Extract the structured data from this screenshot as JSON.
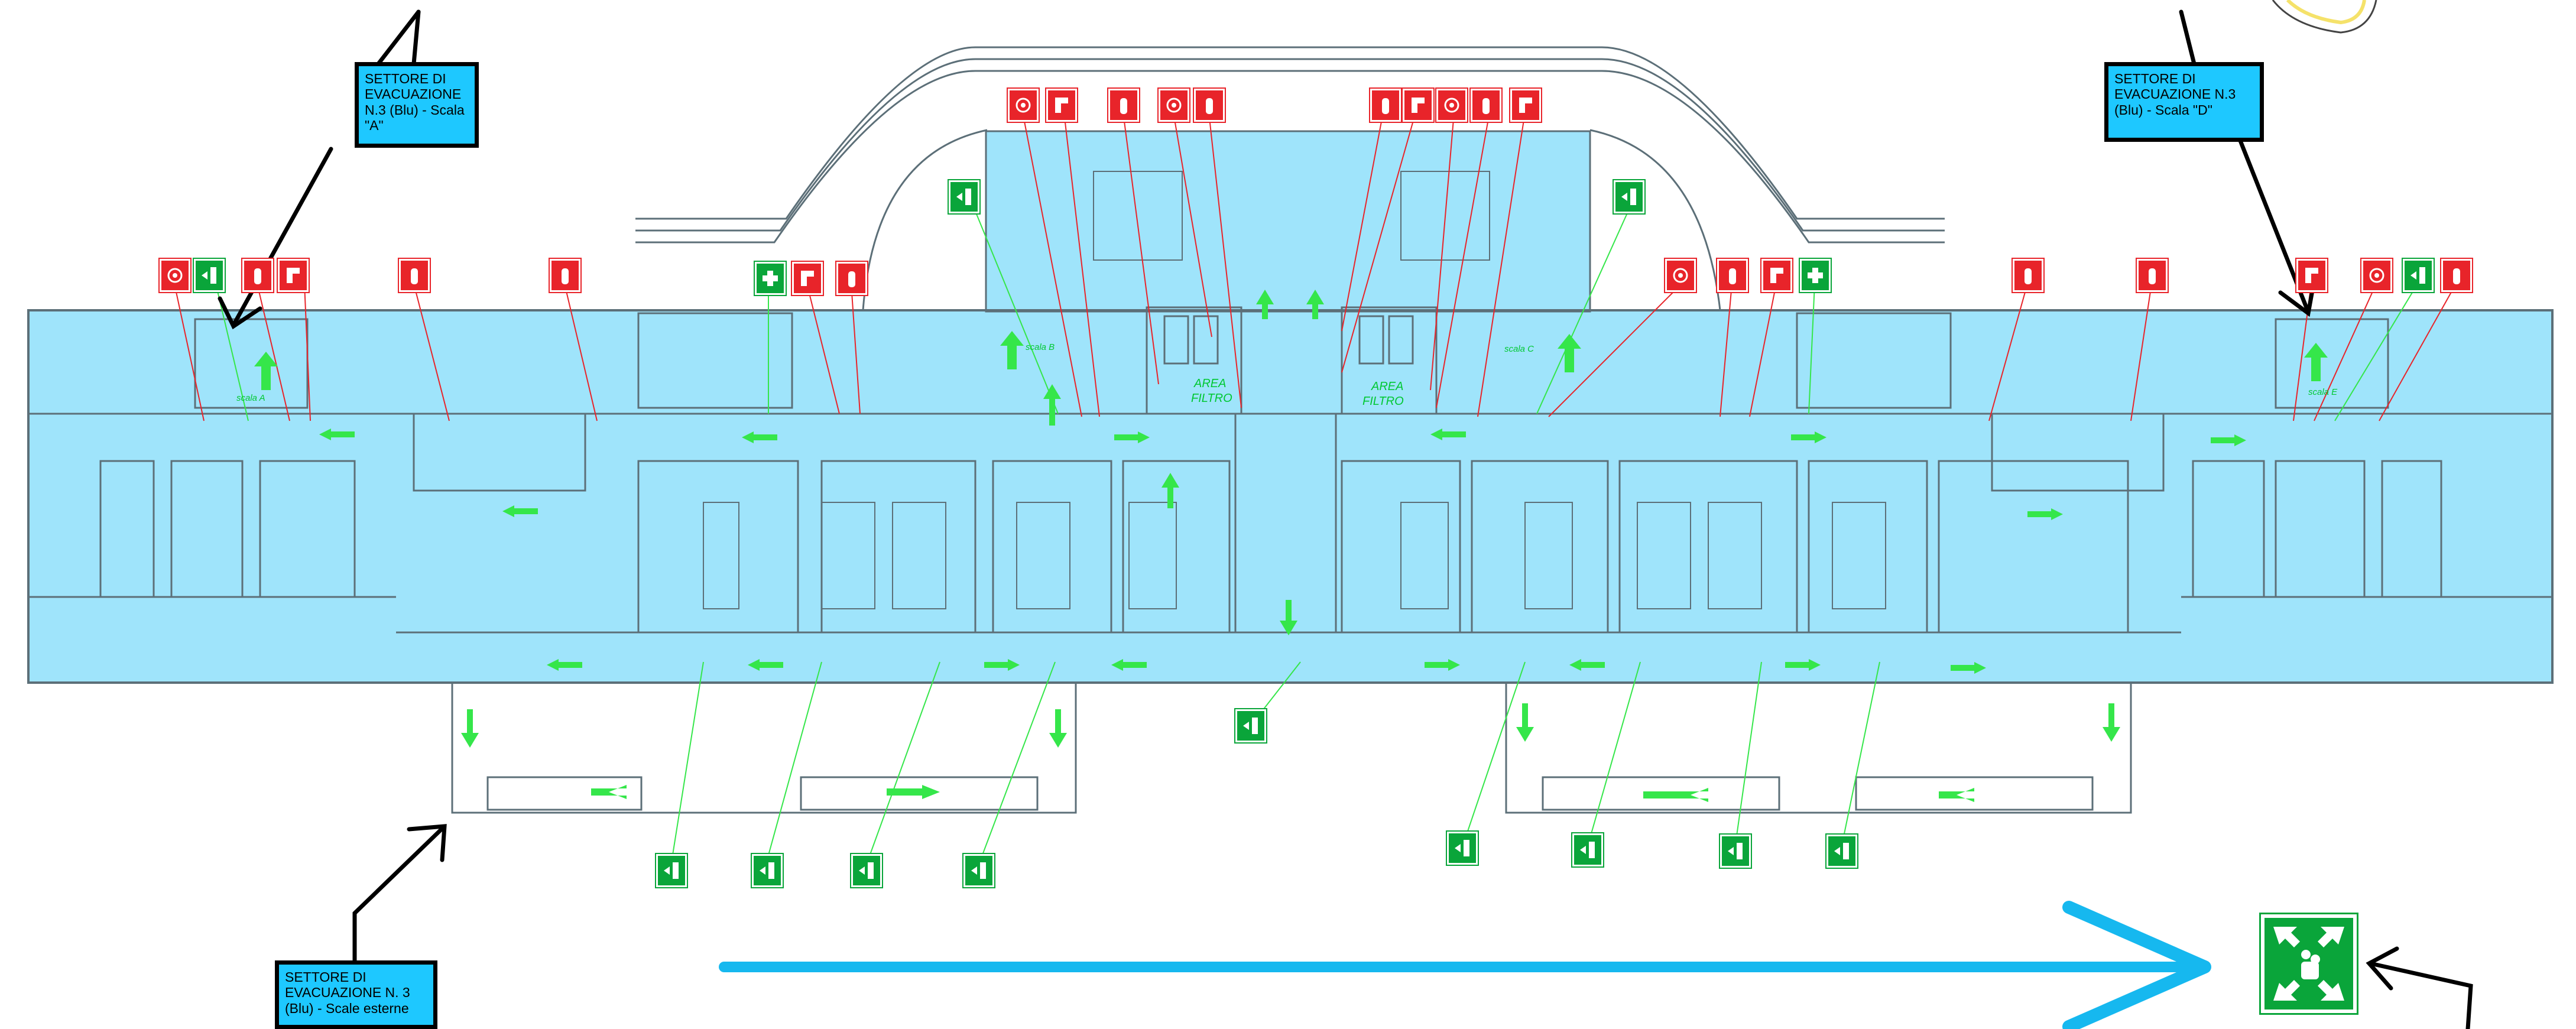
{
  "sectors": {
    "scala_a": "SETTORE DI\nEVACUAZIONE\nN.3 (Blu) - Scala\n\"A\"",
    "scala_d": "SETTORE DI\nEVACUAZIONE N.3\n(Blu) - Scala \"D\"",
    "scale_esterne": "SETTORE DI\nEVACUAZIONE N. 3\n(Blu)  - Scale esterne"
  },
  "plan_labels": {
    "area_filtro_left": [
      "AREA",
      "FILTRO"
    ],
    "area_filtro_right": [
      "AREA",
      "FILTRO"
    ],
    "scala_a": "scala A",
    "scala_b": "scala B",
    "scala_c": "scala C",
    "scala_e": "scala E"
  },
  "colors": {
    "sector_fill": "#9fe4fb",
    "walls": "#5c6f78",
    "exit_green": "#0aa53a",
    "route_green": "#35e64a",
    "fire_red": "#e8242a",
    "callout_fill": "#1ec8ff",
    "assembly_arrow": "#16b8ef"
  },
  "icons": {
    "fire_equipment": [
      "fire-extinguisher-icon",
      "fire-hose-icon",
      "fire-alarm-icon"
    ],
    "safety": [
      "emergency-exit-icon",
      "first-aid-icon",
      "assembly-point-icon"
    ]
  }
}
